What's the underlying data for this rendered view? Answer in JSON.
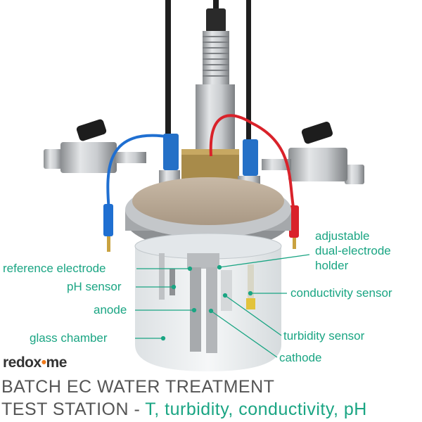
{
  "colors": {
    "accent": "#1aa583",
    "title_text": "#555555",
    "logo_dot": "#f07a1a",
    "blue_wire": "#1f6fd1",
    "red_wire": "#d9222a"
  },
  "labels": {
    "holder": [
      "adjustable",
      "dual-electrode",
      "holder"
    ],
    "reference_electrode": "reference electrode",
    "ph_sensor": "pH sensor",
    "conductivity_sensor": "conductivity sensor",
    "anode": "anode",
    "turbidity_sensor": "turbidity sensor",
    "glass_chamber": "glass chamber",
    "cathode": "cathode"
  },
  "logo": {
    "prefix": "redox",
    "dot": "•",
    "suffix": "me"
  },
  "title": {
    "line1": "BATCH EC WATER TREATMENT",
    "line2_prefix": "TEST STATION - ",
    "line2_accent": "T, turbidity, conductivity, pH"
  }
}
